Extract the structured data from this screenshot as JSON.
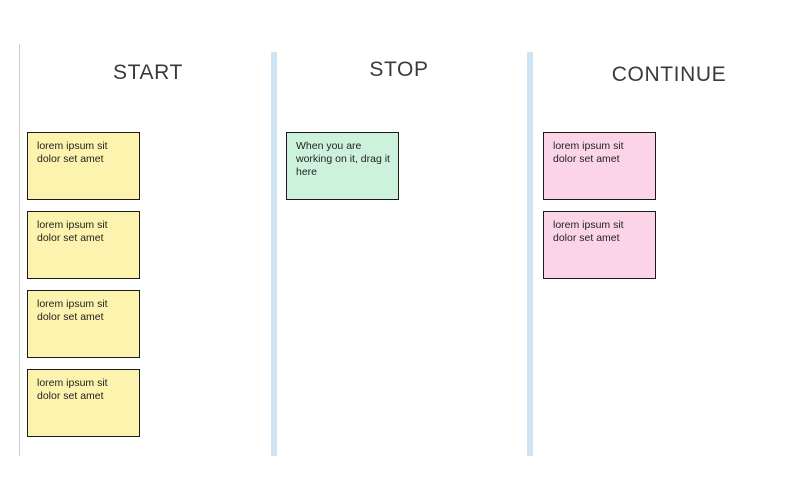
{
  "board": {
    "background": "#ffffff",
    "divider_color": "#cfe5f3",
    "rule_color": "#cfcfcf",
    "columns": [
      {
        "id": "start",
        "title": "START",
        "note_color": "#fcf4ae",
        "notes": [
          {
            "text": "lorem ipsum sit\ndolor set amet"
          },
          {
            "text": "lorem ipsum sit\ndolor set amet"
          },
          {
            "text": "lorem ipsum sit\ndolor set amet"
          },
          {
            "text": "lorem ipsum sit\ndolor set amet"
          }
        ]
      },
      {
        "id": "stop",
        "title": "STOP",
        "note_color": "#cdf2dc",
        "notes": [
          {
            "text": "When you are working on it, drag it here"
          }
        ]
      },
      {
        "id": "continue",
        "title": "CONTINUE",
        "note_color": "#fbd5e7",
        "notes": [
          {
            "text": "lorem ipsum sit\ndolor set amet"
          },
          {
            "text": "lorem ipsum sit\ndolor set amet"
          }
        ]
      }
    ]
  }
}
